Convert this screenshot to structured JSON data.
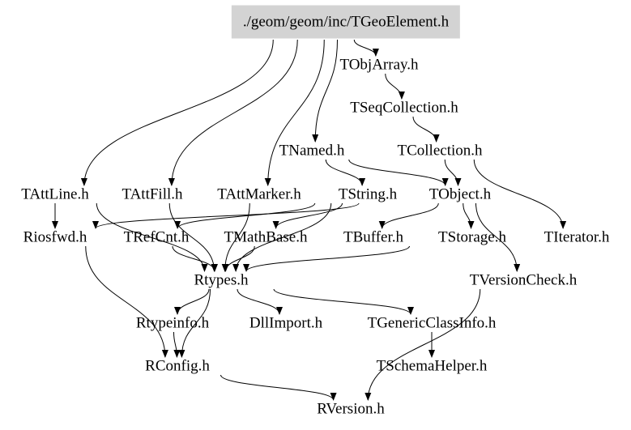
{
  "nodes": [
    {
      "id": "root",
      "label": "./geom/geom/inc/TGeoElement.h",
      "root": true
    },
    {
      "id": "TObjArray",
      "label": "TObjArray.h"
    },
    {
      "id": "TSeqCollection",
      "label": "TSeqCollection.h"
    },
    {
      "id": "TNamed",
      "label": "TNamed.h"
    },
    {
      "id": "TCollection",
      "label": "TCollection.h"
    },
    {
      "id": "TAttLine",
      "label": "TAttLine.h"
    },
    {
      "id": "TAttFill",
      "label": "TAttFill.h"
    },
    {
      "id": "TAttMarker",
      "label": "TAttMarker.h"
    },
    {
      "id": "TString",
      "label": "TString.h"
    },
    {
      "id": "TObject",
      "label": "TObject.h"
    },
    {
      "id": "Riosfwd",
      "label": "Riosfwd.h"
    },
    {
      "id": "TRefCnt",
      "label": "TRefCnt.h"
    },
    {
      "id": "TMathBase",
      "label": "TMathBase.h"
    },
    {
      "id": "TBuffer",
      "label": "TBuffer.h"
    },
    {
      "id": "TStorage",
      "label": "TStorage.h"
    },
    {
      "id": "TIterator",
      "label": "TIterator.h"
    },
    {
      "id": "Rtypes",
      "label": "Rtypes.h"
    },
    {
      "id": "TVersionCheck",
      "label": "TVersionCheck.h"
    },
    {
      "id": "Rtypeinfo",
      "label": "Rtypeinfo.h"
    },
    {
      "id": "DllImport",
      "label": "DllImport.h"
    },
    {
      "id": "TGenericClassInfo",
      "label": "TGenericClassInfo.h"
    },
    {
      "id": "RConfig",
      "label": "RConfig.h"
    },
    {
      "id": "TSchemaHelper",
      "label": "TSchemaHelper.h"
    },
    {
      "id": "RVersion",
      "label": "RVersion.h"
    }
  ],
  "edges": [
    [
      "root",
      "TObjArray"
    ],
    [
      "root",
      "TNamed"
    ],
    [
      "root",
      "TAttLine"
    ],
    [
      "root",
      "TAttFill"
    ],
    [
      "root",
      "TAttMarker"
    ],
    [
      "TObjArray",
      "TSeqCollection"
    ],
    [
      "TSeqCollection",
      "TCollection"
    ],
    [
      "TCollection",
      "TObject"
    ],
    [
      "TCollection",
      "TIterator"
    ],
    [
      "TNamed",
      "TString"
    ],
    [
      "TNamed",
      "TObject"
    ],
    [
      "TAttLine",
      "Riosfwd"
    ],
    [
      "TAttLine",
      "Rtypes"
    ],
    [
      "TAttFill",
      "Rtypes"
    ],
    [
      "TAttMarker",
      "Rtypes"
    ],
    [
      "TString",
      "TRefCnt"
    ],
    [
      "TString",
      "TMathBase"
    ],
    [
      "TString",
      "Rtypes"
    ],
    [
      "TObject",
      "TStorage"
    ],
    [
      "TObject",
      "TVersionCheck"
    ],
    [
      "TObject",
      "Riosfwd"
    ],
    [
      "TObject",
      "TBuffer"
    ],
    [
      "TRefCnt",
      "Rtypes"
    ],
    [
      "TMathBase",
      "Rtypes"
    ],
    [
      "TStorage",
      "Rtypes"
    ],
    [
      "Riosfwd",
      "RConfig"
    ],
    [
      "Rtypes",
      "Rtypeinfo"
    ],
    [
      "Rtypes",
      "DllImport"
    ],
    [
      "Rtypes",
      "TGenericClassInfo"
    ],
    [
      "Rtypes",
      "RConfig"
    ],
    [
      "Rtypeinfo",
      "RConfig"
    ],
    [
      "TGenericClassInfo",
      "TSchemaHelper"
    ],
    [
      "RConfig",
      "RVersion"
    ],
    [
      "TVersionCheck",
      "RVersion"
    ]
  ]
}
